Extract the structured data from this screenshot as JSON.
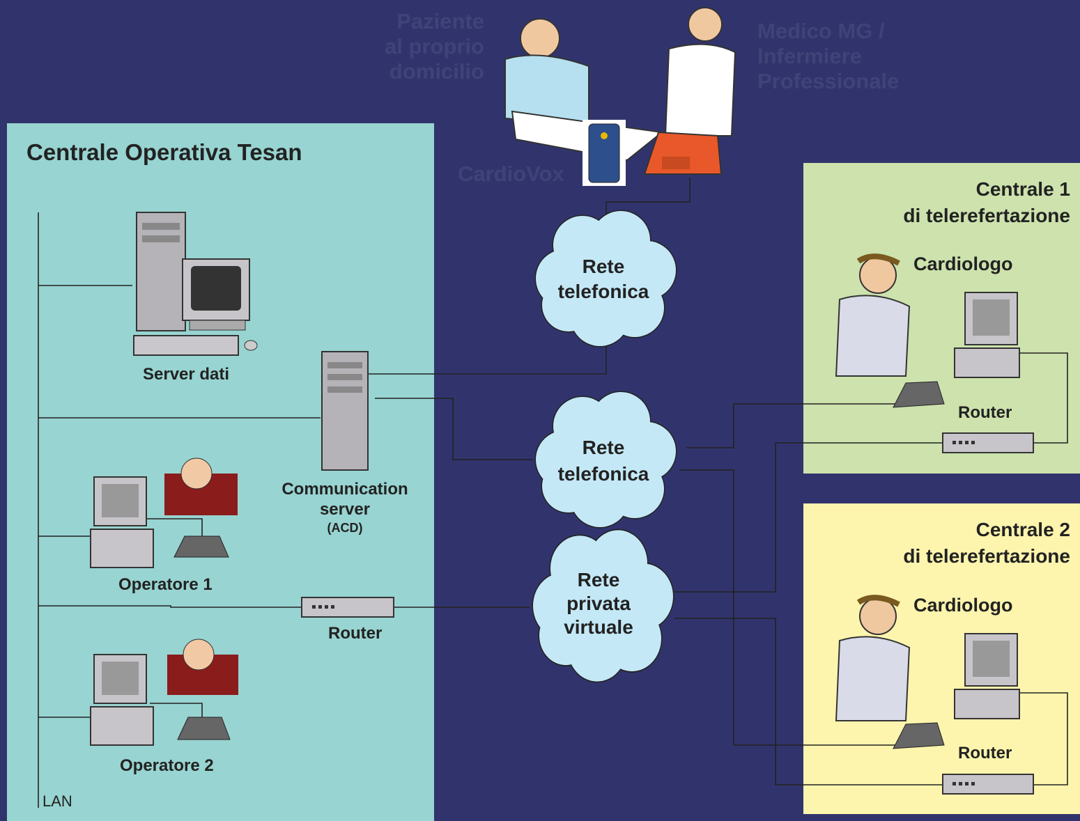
{
  "top": {
    "patient_lines": [
      "Paziente",
      "al proprio",
      "domicilio"
    ],
    "medic_lines": [
      "Medico MG /",
      "Infermiere",
      "Professionale"
    ],
    "device": "CardioVox"
  },
  "tesan": {
    "title": "Centrale Operativa Tesan",
    "server_dati": "Server dati",
    "comm_lines": [
      "Communication",
      "server"
    ],
    "acd": "(ACD)",
    "operatore1": "Operatore 1",
    "operatore2": "Operatore 2",
    "router": "Router",
    "lan": "LAN"
  },
  "clouds": {
    "rete1": [
      "Rete",
      "telefonica"
    ],
    "rete2": [
      "Rete",
      "telefonica"
    ],
    "rete3": [
      "Rete",
      "privata",
      "virtuale"
    ]
  },
  "centrale1": {
    "title_lines": [
      "Centrale 1",
      "di telerefertazione"
    ],
    "cardiologo": "Cardiologo",
    "router": "Router"
  },
  "centrale2": {
    "title_lines": [
      "Centrale 2",
      "di telerefertazione"
    ],
    "cardiologo": "Cardiologo",
    "router": "Router"
  },
  "colors": {
    "background": "#31346c",
    "tesan_panel": "#98d4d1",
    "centrale1_panel": "#cde2ad",
    "centrale2_panel": "#fdf5ad",
    "cloud": "#c4e8f6"
  }
}
